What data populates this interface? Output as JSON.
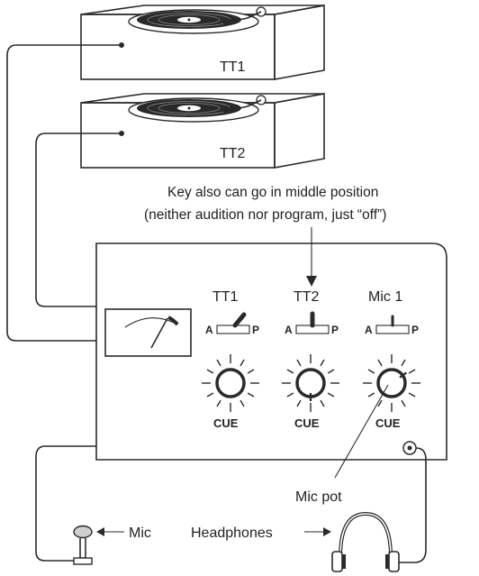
{
  "turntables": [
    {
      "label": "TT1"
    },
    {
      "label": "TT2"
    }
  ],
  "annotation": {
    "line1": "Key also can go in middle position",
    "line2": "(neither audition nor program, just “off”)"
  },
  "channels": [
    {
      "label": "TT1",
      "key_left": "A",
      "key_right": "P",
      "key_position": "program",
      "cue_label": "CUE"
    },
    {
      "label": "TT2",
      "key_left": "A",
      "key_right": "P",
      "key_position": "middle",
      "cue_label": "CUE"
    },
    {
      "label": "Mic 1",
      "key_left": "A",
      "key_right": "P",
      "key_position": "middle",
      "cue_label": "CUE"
    }
  ],
  "callouts": {
    "mic_pot": "Mic pot",
    "mic": "Mic",
    "headphones": "Headphones"
  },
  "colors": {
    "ink": "#2a2a2a",
    "panel_fill": "#ffffff"
  }
}
